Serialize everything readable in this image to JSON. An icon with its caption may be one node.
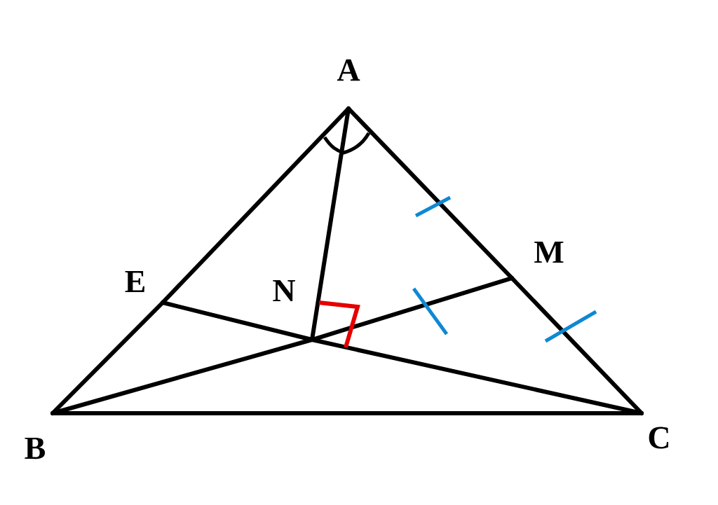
{
  "diagram": {
    "nodes": [
      {
        "text": [
          "A"
        ]
      },
      {
        "text": [
          "B"
        ]
      },
      {
        "text": [
          "C"
        ]
      },
      {
        "text": [
          "E"
        ]
      },
      {
        "text": [
          "M"
        ]
      },
      {
        "text": [
          "N"
        ]
      }
    ],
    "edges": [
      {
        "from": 0,
        "to": 3,
        "arrow": "none"
      },
      {
        "from": 3,
        "to": 1,
        "arrow": "none"
      },
      {
        "from": 1,
        "to": 2,
        "arrow": "none"
      },
      {
        "from": 2,
        "to": 4,
        "arrow": "none"
      },
      {
        "from": 4,
        "to": 0,
        "arrow": "none"
      },
      {
        "from": 0,
        "to": 5,
        "arrow": "none"
      },
      {
        "from": 1,
        "to": 5,
        "arrow": "none"
      },
      {
        "from": 5,
        "to": 4,
        "arrow": "none"
      },
      {
        "from": 2,
        "to": 5,
        "arrow": "none"
      },
      {
        "from": 5,
        "to": 3,
        "arrow": "none"
      }
    ]
  }
}
